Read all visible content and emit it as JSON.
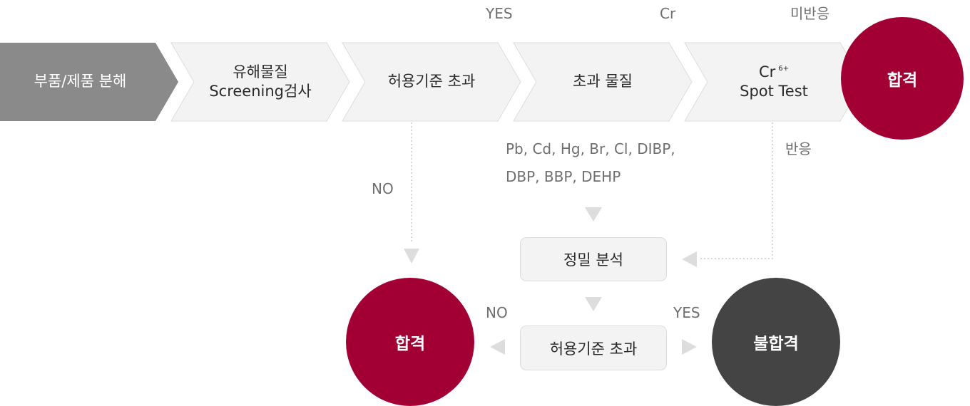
{
  "steps": [
    {
      "label": "부품/제품 분해"
    },
    {
      "line1": "유해물질",
      "line2": "Screening검사"
    },
    {
      "label": "허용기준 초과"
    },
    {
      "label": "초과 물질"
    },
    {
      "line1": "Cr",
      "sup": "6+",
      "line2": "Spot Test"
    }
  ],
  "top_labels": {
    "yes": "YES",
    "cr": "Cr",
    "unreacted": "미반응"
  },
  "top_result": "합격",
  "no_label_left": "NO",
  "substances": {
    "line1": "Pb, Cd, Hg, Br, Cl, DIBP,",
    "line2": "DBP, BBP, DEHP"
  },
  "reacted_label": "반응",
  "precision_box": "정밀 분석",
  "exceed_box": "허용기준 초과",
  "bottom_no": "NO",
  "bottom_yes": "YES",
  "pass_result": "합격",
  "fail_result": "불합격",
  "colors": {
    "accent_red": "#a20034",
    "dark_gray": "#444444",
    "first_step_gray": "#8a8a8a",
    "chevron_fill": "#f3f3f3",
    "chevron_border": "#dcdcdc",
    "arrow_gray": "#dddddd"
  }
}
